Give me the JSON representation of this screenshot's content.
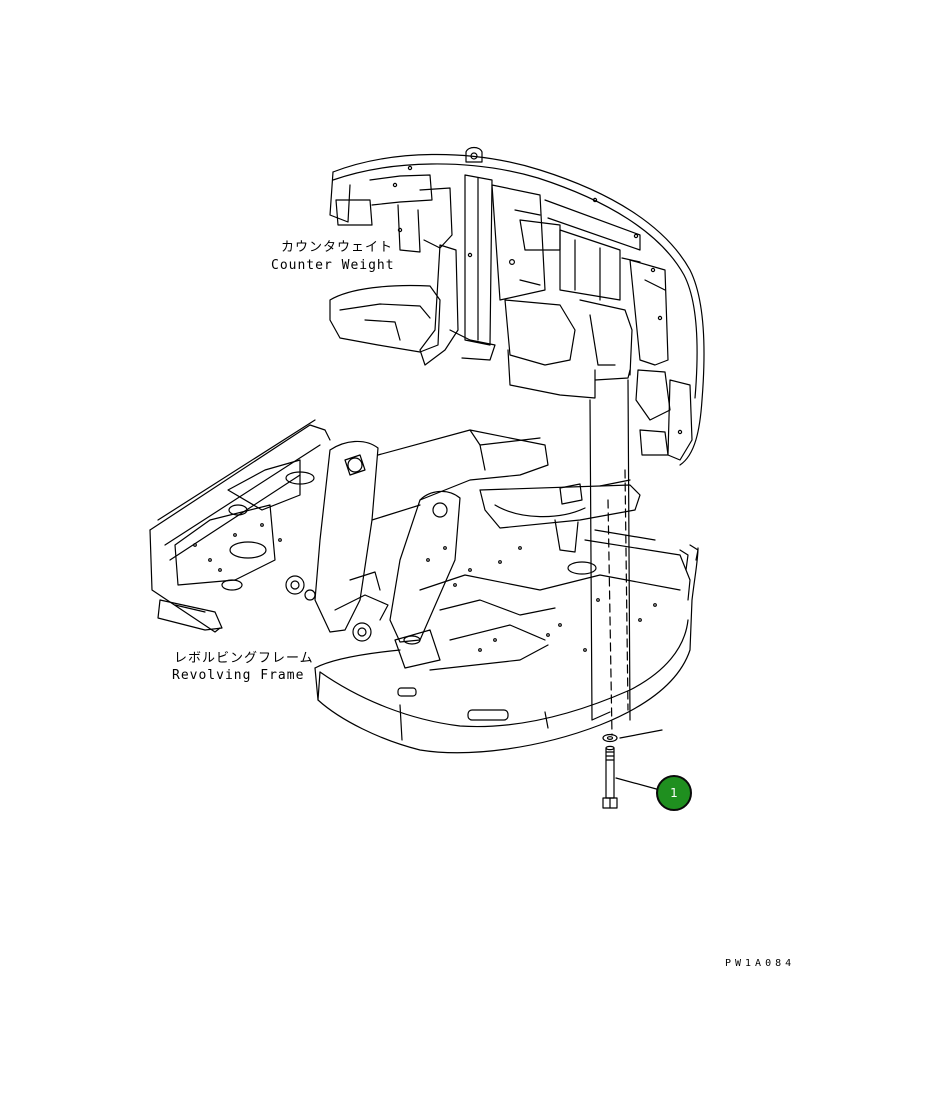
{
  "labels": {
    "counter_weight_jp": "カウンタウェイト",
    "counter_weight_en": "Counter Weight",
    "revolving_frame_jp": "レボルビングフレーム",
    "revolving_frame_en": "Revolving Frame"
  },
  "callouts": [
    {
      "number": "1"
    }
  ],
  "drawing_id": "PW1A084",
  "colors": {
    "line": "#000000",
    "callout_fill": "#1f8f1f",
    "callout_text": "#ffffff"
  }
}
